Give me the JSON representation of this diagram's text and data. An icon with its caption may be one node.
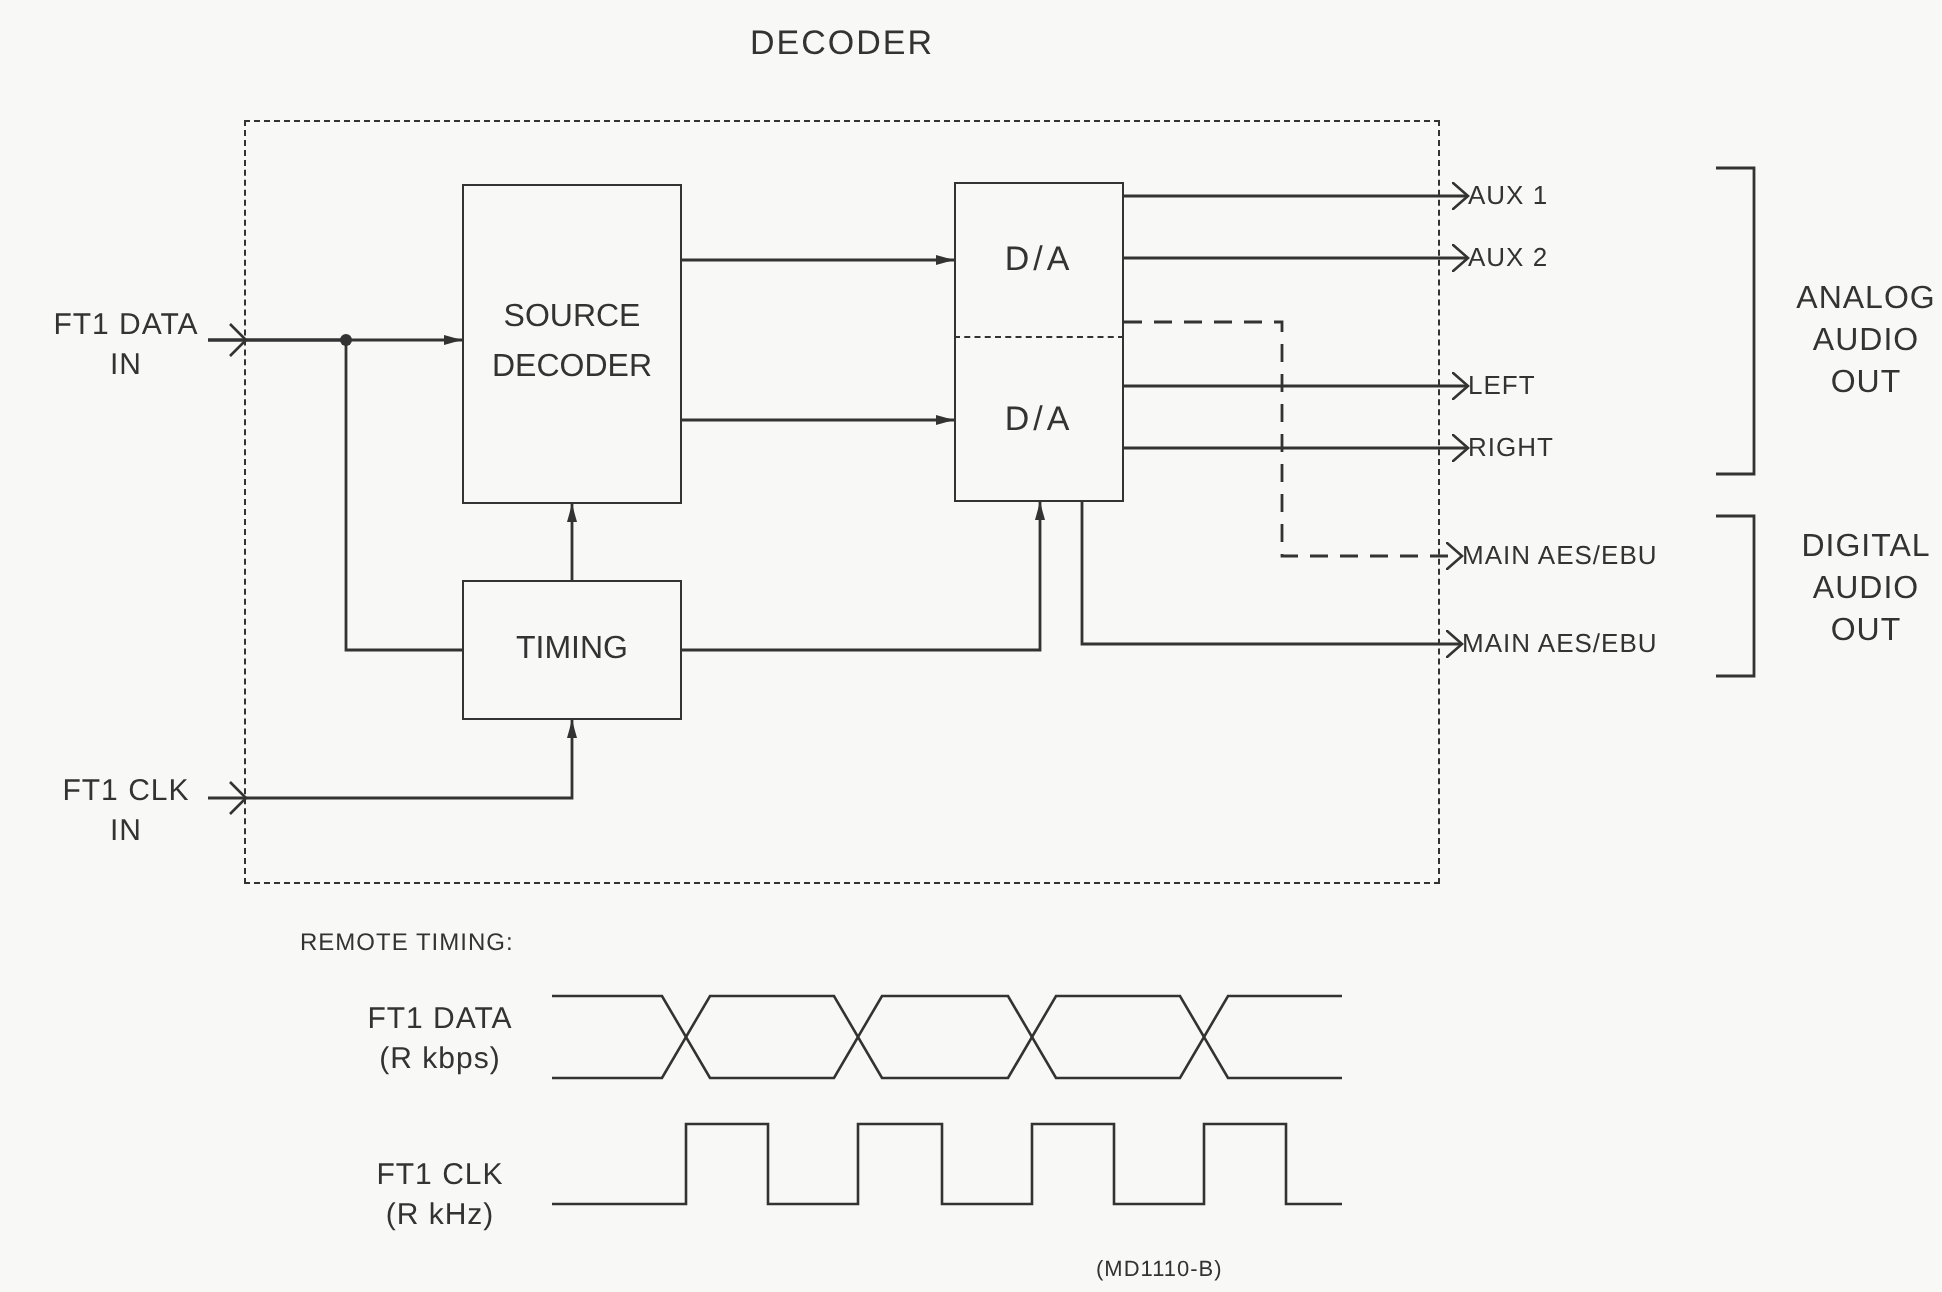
{
  "diagram": {
    "nodes": [
      {
        "text": [
          "DECODER"
        ]
      },
      {
        "text": [
          "FT1 DATA IN"
        ]
      },
      {
        "text": [
          "SOURCE DECODER"
        ],
        "in": 0
      },
      {
        "text": [
          "D/A"
        ],
        "in": 0
      },
      {
        "text": [
          "D/A"
        ],
        "in": 0
      },
      {
        "text": [
          "TIMING"
        ],
        "in": 0
      },
      {
        "text": [
          "FT1 CLK IN"
        ]
      },
      {
        "text": [
          "AUX 1"
        ]
      },
      {
        "text": [
          "AUX 2"
        ]
      },
      {
        "text": [
          "LEFT"
        ]
      },
      {
        "text": [
          "RIGHT"
        ]
      },
      {
        "text": [
          "MAIN AES/EBU"
        ]
      },
      {
        "text": [
          "MAIN AES/EBU"
        ]
      }
    ],
    "edges": [
      {
        "from": 1,
        "to": 2,
        "arrow": "to"
      },
      {
        "from": 1,
        "to": 5,
        "arrow": "none"
      },
      {
        "from": 2,
        "to": 3,
        "arrow": "to"
      },
      {
        "from": 2,
        "to": 4,
        "arrow": "to"
      },
      {
        "from": 5,
        "to": 2,
        "arrow": "to"
      },
      {
        "from": 5,
        "to": 4,
        "arrow": "to"
      },
      {
        "from": 6,
        "to": 5,
        "arrow": "to"
      },
      {
        "from": 3,
        "to": 7,
        "arrow": "to"
      },
      {
        "from": 3,
        "to": 8,
        "arrow": "to"
      },
      {
        "from": 4,
        "to": 9,
        "arrow": "to"
      },
      {
        "from": 4,
        "to": 10,
        "arrow": "to"
      },
      {
        "from": 3,
        "to": 11,
        "arrow": "to",
        "style": "dashed"
      },
      {
        "from": 4,
        "to": 12,
        "arrow": "to"
      }
    ],
    "labels": [
      "ANALOG AUDIO OUT",
      "DIGITAL AUDIO OUT",
      "REMOTE TIMING:",
      "FT1 DATA (R kbps)",
      "FT1 CLK (R kHz)",
      "(MD1110-B)"
    ]
  }
}
